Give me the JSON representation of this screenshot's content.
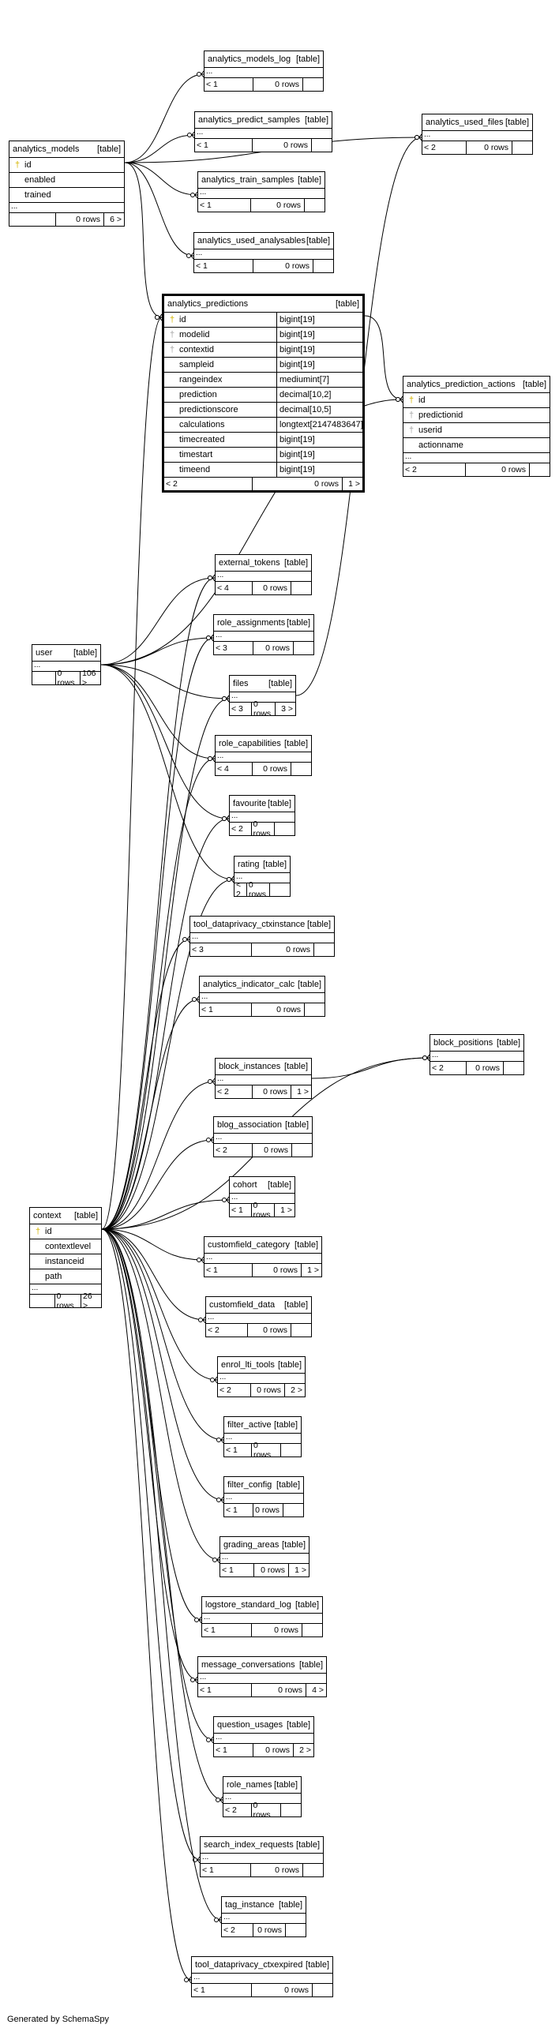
{
  "generated_by": "Generated by SchemaSpy",
  "table_suffix": "[table]",
  "tables": [
    {
      "id": "analytics_models",
      "name": "analytics_models",
      "columns": [
        {
          "name": "id",
          "key": "pk"
        },
        {
          "name": "enabled",
          "key": "none"
        },
        {
          "name": "trained",
          "key": "none"
        }
      ],
      "more": "...",
      "parents": "",
      "rows": "0 rows",
      "children": "6 >"
    },
    {
      "id": "analytics_models_log",
      "name": "analytics_models_log",
      "columns": [],
      "more": "...",
      "parents": "< 1",
      "rows": "0 rows",
      "children": ""
    },
    {
      "id": "analytics_predict_samples",
      "name": "analytics_predict_samples",
      "columns": [],
      "more": "...",
      "parents": "< 1",
      "rows": "0 rows",
      "children": ""
    },
    {
      "id": "analytics_train_samples",
      "name": "analytics_train_samples",
      "columns": [],
      "more": "...",
      "parents": "< 1",
      "rows": "0 rows",
      "children": ""
    },
    {
      "id": "analytics_used_analysables",
      "name": "analytics_used_analysables",
      "columns": [],
      "more": "...",
      "parents": "< 1",
      "rows": "0 rows",
      "children": ""
    },
    {
      "id": "analytics_used_files",
      "name": "analytics_used_files",
      "columns": [],
      "more": "...",
      "parents": "< 2",
      "rows": "0 rows",
      "children": ""
    },
    {
      "id": "analytics_predictions",
      "name": "analytics_predictions",
      "columns": [
        {
          "name": "id",
          "key": "pk",
          "type": "bigint[19]"
        },
        {
          "name": "modelid",
          "key": "fk",
          "type": "bigint[19]"
        },
        {
          "name": "contextid",
          "key": "fk",
          "type": "bigint[19]"
        },
        {
          "name": "sampleid",
          "key": "none",
          "type": "bigint[19]"
        },
        {
          "name": "rangeindex",
          "key": "none",
          "type": "mediumint[7]"
        },
        {
          "name": "prediction",
          "key": "none",
          "type": "decimal[10,2]"
        },
        {
          "name": "predictionscore",
          "key": "none",
          "type": "decimal[10,5]"
        },
        {
          "name": "calculations",
          "key": "none",
          "type": "longtext[2147483647]"
        },
        {
          "name": "timecreated",
          "key": "none",
          "type": "bigint[19]"
        },
        {
          "name": "timestart",
          "key": "none",
          "type": "bigint[19]"
        },
        {
          "name": "timeend",
          "key": "none",
          "type": "bigint[19]"
        }
      ],
      "more": "",
      "parents": "< 2",
      "rows": "0 rows",
      "children": "1 >"
    },
    {
      "id": "analytics_prediction_actions",
      "name": "analytics_prediction_actions",
      "columns": [
        {
          "name": "id",
          "key": "pk"
        },
        {
          "name": "predictionid",
          "key": "fk"
        },
        {
          "name": "userid",
          "key": "fk"
        },
        {
          "name": "actionname",
          "key": "none"
        }
      ],
      "more": "...",
      "parents": "< 2",
      "rows": "0 rows",
      "children": ""
    },
    {
      "id": "external_tokens",
      "name": "external_tokens",
      "columns": [],
      "more": "...",
      "parents": "< 4",
      "rows": "0 rows",
      "children": ""
    },
    {
      "id": "role_assignments",
      "name": "role_assignments",
      "columns": [],
      "more": "...",
      "parents": "< 3",
      "rows": "0 rows",
      "children": ""
    },
    {
      "id": "user",
      "name": "user",
      "columns": [],
      "more": "...",
      "parents": "",
      "rows": "0 rows",
      "children": "106 >"
    },
    {
      "id": "files",
      "name": "files",
      "columns": [],
      "more": "...",
      "parents": "< 3",
      "rows": "0 rows",
      "children": "3 >"
    },
    {
      "id": "role_capabilities",
      "name": "role_capabilities",
      "columns": [],
      "more": "...",
      "parents": "< 4",
      "rows": "0 rows",
      "children": ""
    },
    {
      "id": "favourite",
      "name": "favourite",
      "columns": [],
      "more": "...",
      "parents": "< 2",
      "rows": "0 rows",
      "children": ""
    },
    {
      "id": "rating",
      "name": "rating",
      "columns": [],
      "more": "...",
      "parents": "< 2",
      "rows": "0 rows",
      "children": ""
    },
    {
      "id": "tool_dataprivacy_ctxinstance",
      "name": "tool_dataprivacy_ctxinstance",
      "columns": [],
      "more": "...",
      "parents": "< 3",
      "rows": "0 rows",
      "children": ""
    },
    {
      "id": "analytics_indicator_calc",
      "name": "analytics_indicator_calc",
      "columns": [],
      "more": "...",
      "parents": "< 1",
      "rows": "0 rows",
      "children": ""
    },
    {
      "id": "block_positions",
      "name": "block_positions",
      "columns": [],
      "more": "...",
      "parents": "< 2",
      "rows": "0 rows",
      "children": ""
    },
    {
      "id": "block_instances",
      "name": "block_instances",
      "columns": [],
      "more": "...",
      "parents": "< 2",
      "rows": "0 rows",
      "children": "1 >"
    },
    {
      "id": "blog_association",
      "name": "blog_association",
      "columns": [],
      "more": "...",
      "parents": "< 2",
      "rows": "0 rows",
      "children": ""
    },
    {
      "id": "cohort",
      "name": "cohort",
      "columns": [],
      "more": "...",
      "parents": "< 1",
      "rows": "0 rows",
      "children": "1 >"
    },
    {
      "id": "context",
      "name": "context",
      "columns": [
        {
          "name": "id",
          "key": "pk"
        },
        {
          "name": "contextlevel",
          "key": "none"
        },
        {
          "name": "instanceid",
          "key": "none"
        },
        {
          "name": "path",
          "key": "none"
        }
      ],
      "more": "...",
      "parents": "",
      "rows": "0 rows",
      "children": "26 >"
    },
    {
      "id": "customfield_category",
      "name": "customfield_category",
      "columns": [],
      "more": "...",
      "parents": "< 1",
      "rows": "0 rows",
      "children": "1 >"
    },
    {
      "id": "customfield_data",
      "name": "customfield_data",
      "columns": [],
      "more": "...",
      "parents": "< 2",
      "rows": "0 rows",
      "children": ""
    },
    {
      "id": "enrol_lti_tools",
      "name": "enrol_lti_tools",
      "columns": [],
      "more": "...",
      "parents": "< 2",
      "rows": "0 rows",
      "children": "2 >"
    },
    {
      "id": "filter_active",
      "name": "filter_active",
      "columns": [],
      "more": "...",
      "parents": "< 1",
      "rows": "0 rows",
      "children": ""
    },
    {
      "id": "filter_config",
      "name": "filter_config",
      "columns": [],
      "more": "...",
      "parents": "< 1",
      "rows": "0 rows",
      "children": ""
    },
    {
      "id": "grading_areas",
      "name": "grading_areas",
      "columns": [],
      "more": "...",
      "parents": "< 1",
      "rows": "0 rows",
      "children": "1 >"
    },
    {
      "id": "logstore_standard_log",
      "name": "logstore_standard_log",
      "columns": [],
      "more": "...",
      "parents": "< 1",
      "rows": "0 rows",
      "children": ""
    },
    {
      "id": "message_conversations",
      "name": "message_conversations",
      "columns": [],
      "more": "...",
      "parents": "< 1",
      "rows": "0 rows",
      "children": "4 >"
    },
    {
      "id": "question_usages",
      "name": "question_usages",
      "columns": [],
      "more": "...",
      "parents": "< 1",
      "rows": "0 rows",
      "children": "2 >"
    },
    {
      "id": "role_names",
      "name": "role_names",
      "columns": [],
      "more": "...",
      "parents": "< 2",
      "rows": "0 rows",
      "children": ""
    },
    {
      "id": "search_index_requests",
      "name": "search_index_requests",
      "columns": [],
      "more": "...",
      "parents": "< 1",
      "rows": "0 rows",
      "children": ""
    },
    {
      "id": "tag_instance",
      "name": "tag_instance",
      "columns": [],
      "more": "...",
      "parents": "< 2",
      "rows": "0 rows",
      "children": ""
    },
    {
      "id": "tool_dataprivacy_ctxexpired",
      "name": "tool_dataprivacy_ctxexpired",
      "columns": [],
      "more": "...",
      "parents": "< 1",
      "rows": "0 rows",
      "children": ""
    }
  ],
  "relationships": [
    [
      "analytics_models",
      "analytics_models_log"
    ],
    [
      "analytics_models",
      "analytics_predict_samples"
    ],
    [
      "analytics_models",
      "analytics_train_samples"
    ],
    [
      "analytics_models",
      "analytics_used_analysables"
    ],
    [
      "analytics_models",
      "analytics_used_files"
    ],
    [
      "analytics_models",
      "analytics_predictions"
    ],
    [
      "analytics_predictions",
      "analytics_prediction_actions"
    ],
    [
      "files",
      "analytics_used_files"
    ],
    [
      "user",
      "analytics_prediction_actions"
    ],
    [
      "user",
      "external_tokens"
    ],
    [
      "user",
      "role_assignments"
    ],
    [
      "user",
      "files"
    ],
    [
      "user",
      "role_capabilities"
    ],
    [
      "user",
      "favourite"
    ],
    [
      "user",
      "rating"
    ],
    [
      "context",
      "analytics_predictions"
    ],
    [
      "context",
      "external_tokens"
    ],
    [
      "context",
      "role_assignments"
    ],
    [
      "context",
      "files"
    ],
    [
      "context",
      "role_capabilities"
    ],
    [
      "context",
      "favourite"
    ],
    [
      "context",
      "rating"
    ],
    [
      "context",
      "tool_dataprivacy_ctxinstance"
    ],
    [
      "context",
      "analytics_indicator_calc"
    ],
    [
      "context",
      "block_positions"
    ],
    [
      "block_instances",
      "block_positions"
    ],
    [
      "context",
      "block_instances"
    ],
    [
      "context",
      "blog_association"
    ],
    [
      "context",
      "cohort"
    ],
    [
      "context",
      "customfield_category"
    ],
    [
      "context",
      "customfield_data"
    ],
    [
      "context",
      "enrol_lti_tools"
    ],
    [
      "context",
      "filter_active"
    ],
    [
      "context",
      "filter_config"
    ],
    [
      "context",
      "grading_areas"
    ],
    [
      "context",
      "logstore_standard_log"
    ],
    [
      "context",
      "message_conversations"
    ],
    [
      "context",
      "question_usages"
    ],
    [
      "context",
      "role_names"
    ],
    [
      "context",
      "search_index_requests"
    ],
    [
      "context",
      "tag_instance"
    ],
    [
      "context",
      "tool_dataprivacy_ctxexpired"
    ]
  ]
}
